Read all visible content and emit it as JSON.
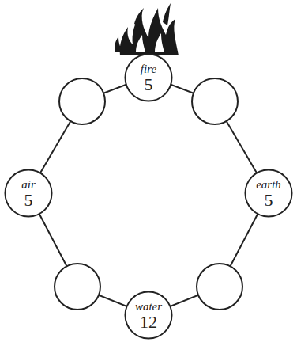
{
  "diagram": {
    "nodes": [
      {
        "text": [
          "fire",
          "5"
        ]
      },
      {
        "text": [
          "air",
          "5"
        ]
      },
      {
        "text": [
          "earth",
          "5"
        ]
      },
      {
        "text": [
          "water",
          "12"
        ]
      }
    ]
  }
}
